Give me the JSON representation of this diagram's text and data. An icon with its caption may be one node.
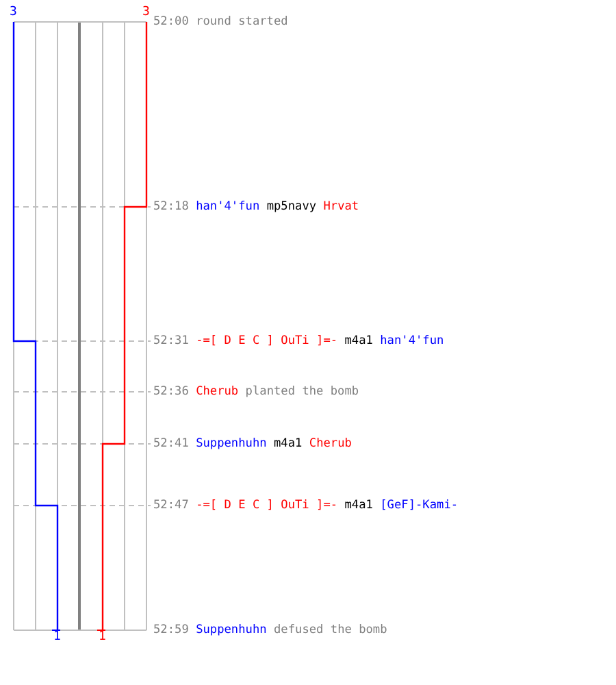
{
  "diagram": {
    "labels": [
      "3",
      "3",
      "52:00",
      "round started",
      "52:18",
      "han'4'fun",
      "mp5navy",
      "Hrvat",
      "52:31",
      "-=[ D E C ] OuTi ]=-",
      "m4a1",
      "han'4'fun",
      "52:36",
      "Cherub",
      "planted the bomb",
      "52:41",
      "Suppenhuhn",
      "m4a1",
      "Cherub",
      "52:47",
      "-=[ D E C ] OuTi ]=-",
      "m4a1",
      "[GeF]-Kami-",
      "52:59",
      "Suppenhuhn",
      "defused the bomb",
      "1",
      "1"
    ]
  }
}
